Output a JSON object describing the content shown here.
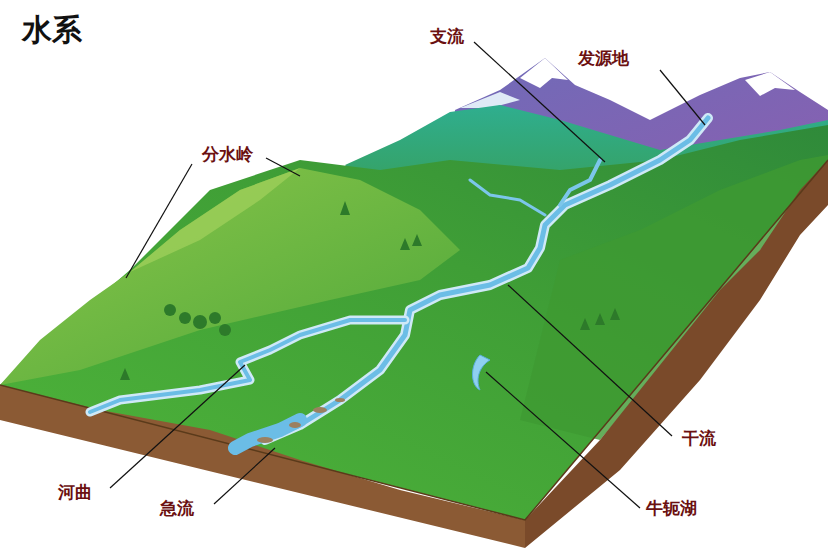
{
  "diagram": {
    "title": "水系",
    "labels": [
      "支流",
      "发源地",
      "分水岭",
      "干流",
      "河曲",
      "急流",
      "牛轭湖"
    ]
  }
}
